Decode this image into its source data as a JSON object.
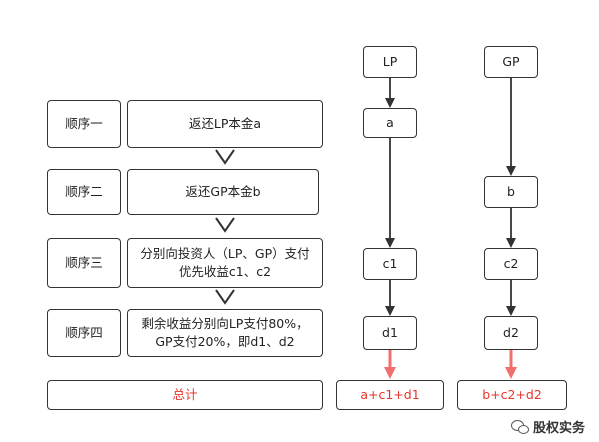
{
  "left": {
    "steps": [
      {
        "label": "顺序一",
        "content": "返还LP本金a"
      },
      {
        "label": "顺序二",
        "content": "返还GP本金b"
      },
      {
        "label": "顺序三",
        "content_lines": [
          "分别向投资人（LP、GP）支付",
          "优先收益c1、c2"
        ]
      },
      {
        "label": "顺序四",
        "content_lines": [
          "剩余收益分别向LP支付80%，",
          "GP支付20%，即d1、d2"
        ]
      }
    ],
    "total": "总计"
  },
  "lp_column": {
    "head": "LP",
    "nodes": [
      "a",
      "c1",
      "d1"
    ],
    "total": "a+c1+d1"
  },
  "gp_column": {
    "head": "GP",
    "nodes": [
      "b",
      "c2",
      "d2"
    ],
    "total": "b+c2+d2"
  },
  "watermark": {
    "text": "股权实务",
    "icon": "wechat-icon"
  },
  "colors": {
    "stroke": "#333333",
    "accent": "#e8342b",
    "red_arrow": "#f07070"
  }
}
